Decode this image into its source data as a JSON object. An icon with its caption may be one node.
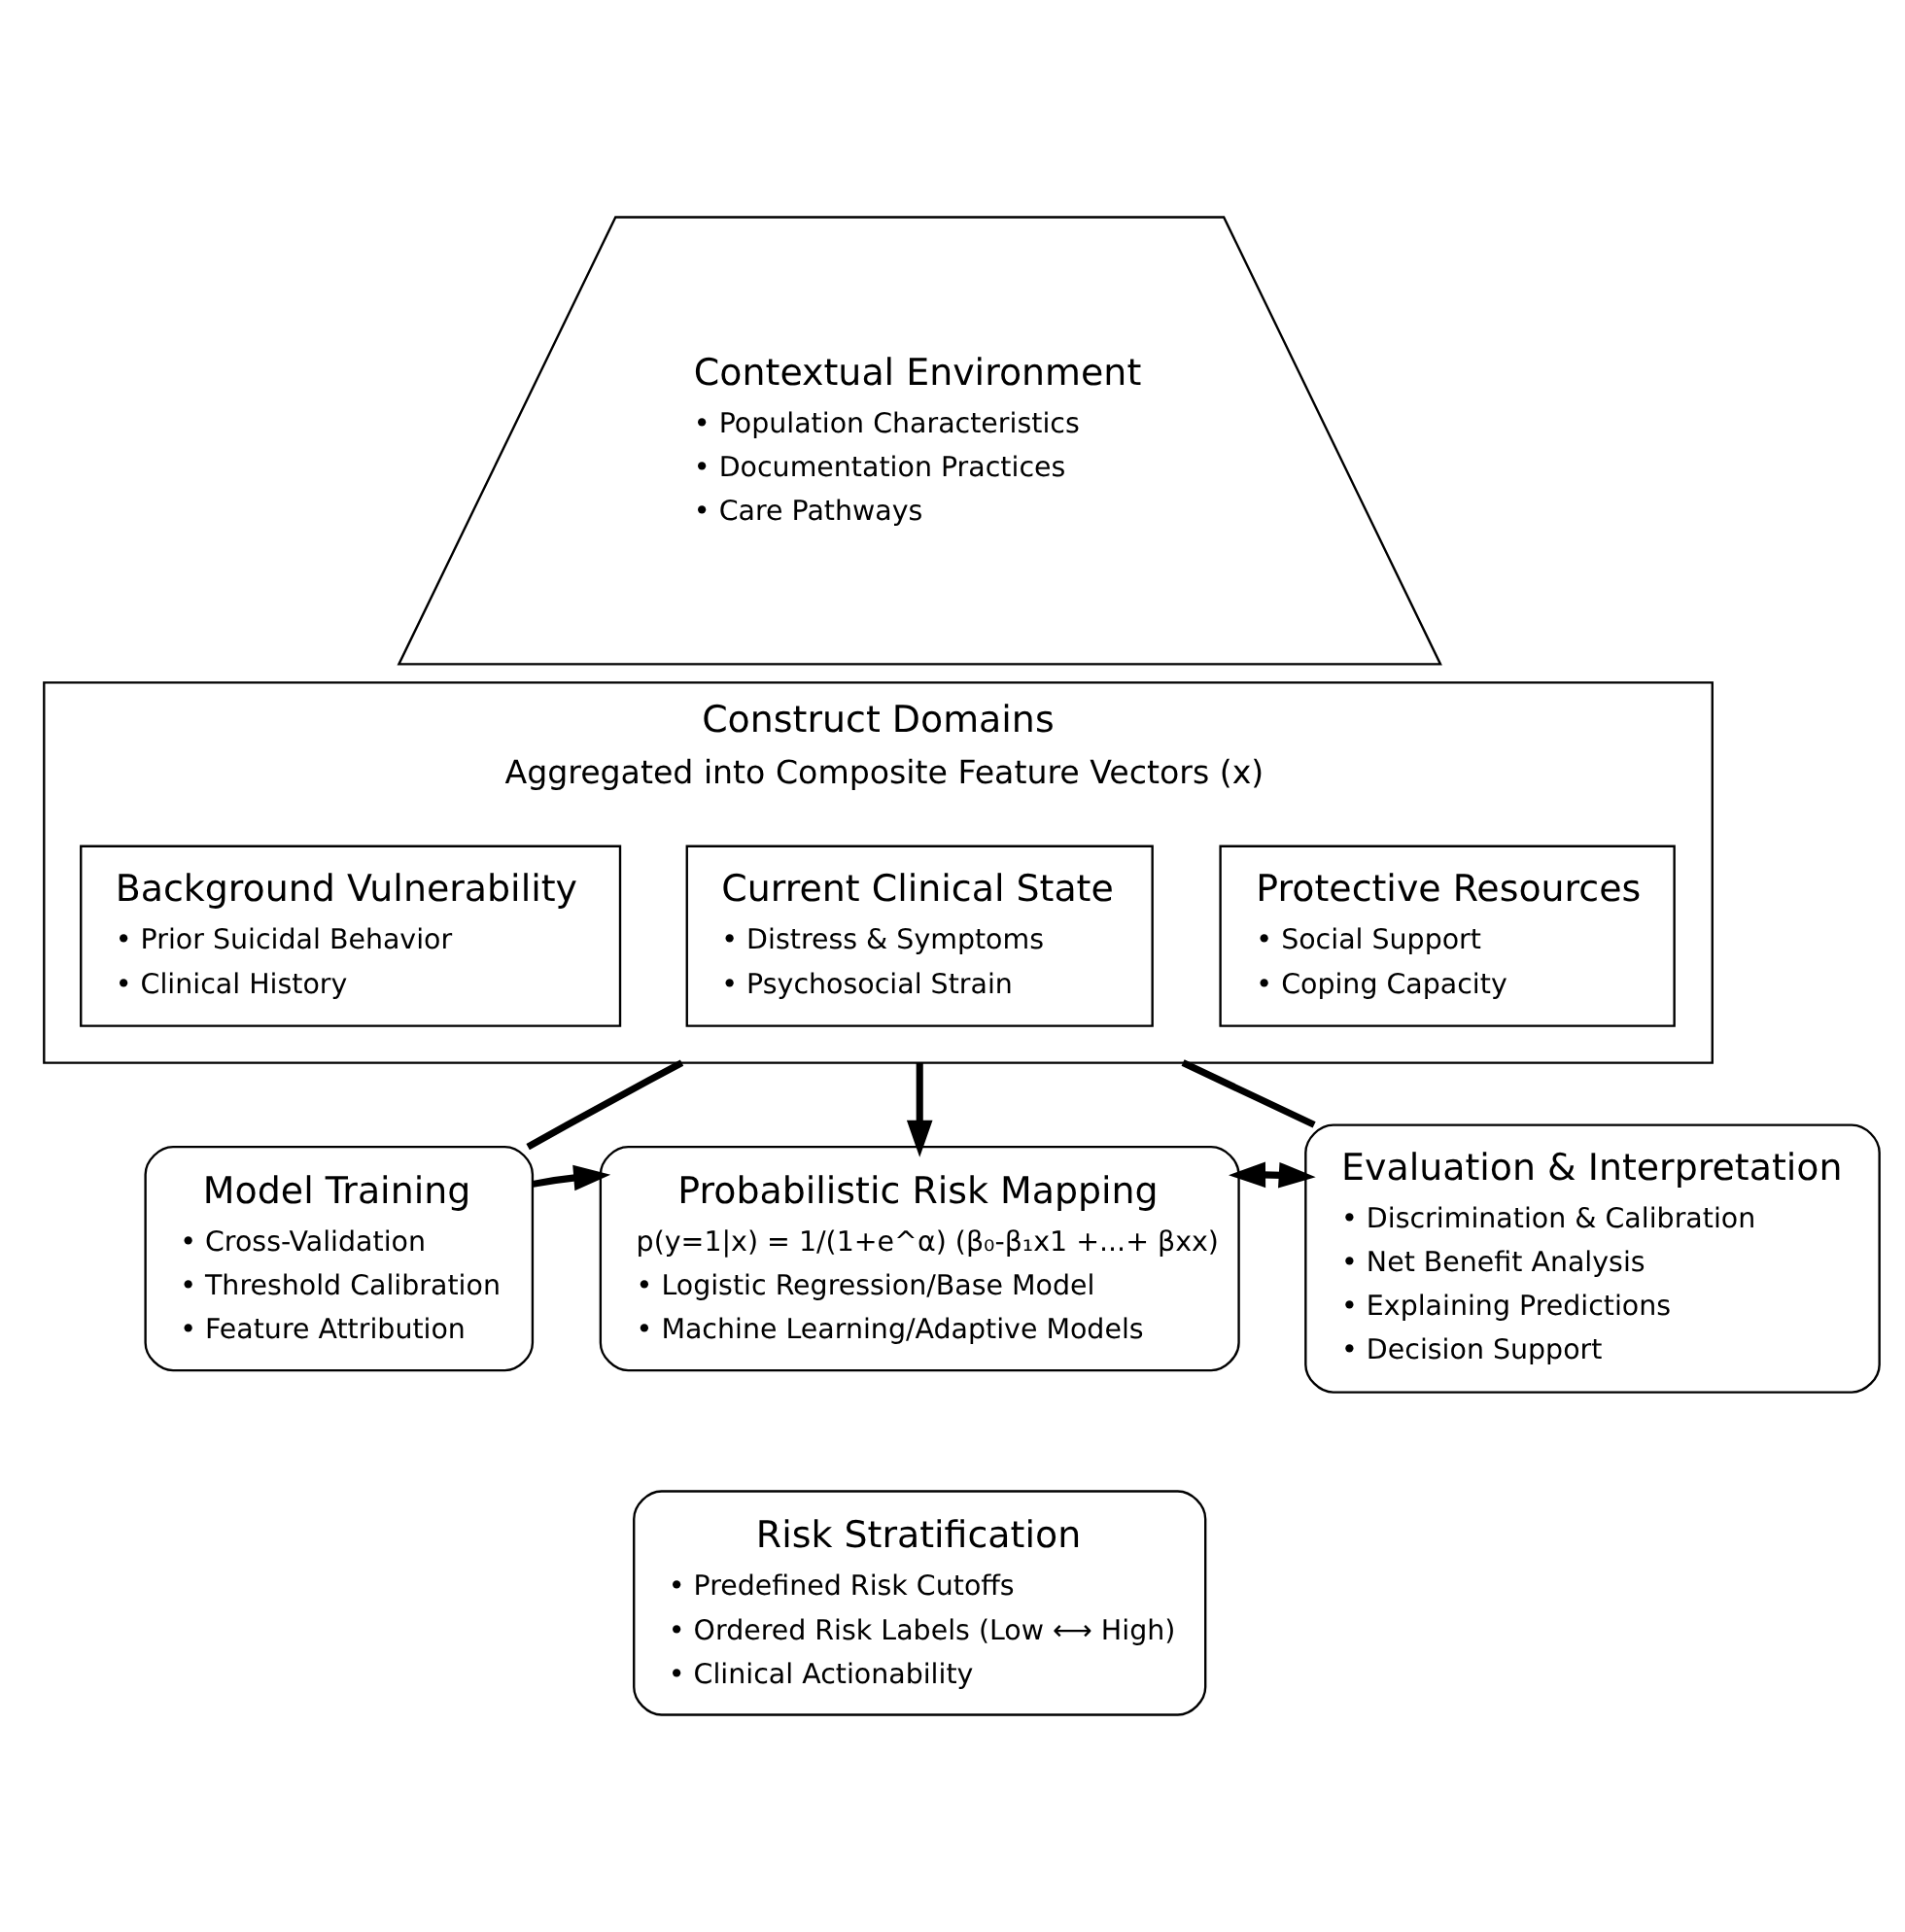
{
  "diagram": {
    "nodes": [
      {
        "text": [
          "Contextual Environment",
          "• Population Characteristics",
          "• Documentation Practices",
          "• Care Pathways"
        ]
      },
      {
        "text": [
          "Construct Domains",
          "Aggregated into Composite Feature Vectors (x)"
        ]
      },
      {
        "text": [
          "Background Vulnerability",
          "• Prior Suicidal Behavior",
          "• Clinical History"
        ],
        "in": 1
      },
      {
        "text": [
          "Current Clinical State",
          "• Distress & Symptoms",
          "• Psychosocial Strain"
        ],
        "in": 1
      },
      {
        "text": [
          "Protective Resources",
          "• Social Support",
          "• Coping Capacity"
        ],
        "in": 1
      },
      {
        "text": [
          "Model Training",
          "• Cross-Validation",
          "• Threshold Calibration",
          "• Feature Attribution"
        ]
      },
      {
        "text": [
          "Probabilistic Risk Mapping",
          "p(y=1|x) = 1/(1+e^α) (β₀-β₁x1 +...+ βxx)",
          "• Logistic Regression/Base Model",
          "• Machine Learning/Adaptive Models"
        ]
      },
      {
        "text": [
          "Evaluation & Interpretation",
          "• Discrimination & Calibration",
          "• Net Benefit Analysis",
          "• Explaining Predictions",
          "• Decision Support"
        ]
      },
      {
        "text": [
          "Risk Stratification",
          "• Predefined Risk Cutoffs",
          "• Ordered Risk Labels (Low ⟷ High)",
          "• Clinical Actionability"
        ]
      }
    ],
    "edges": [
      {
        "from": 1,
        "to": 5,
        "arrow": "none"
      },
      {
        "from": 1,
        "to": 6,
        "arrow": "to"
      },
      {
        "from": 1,
        "to": 7,
        "arrow": "none"
      },
      {
        "from": 5,
        "to": 6,
        "arrow": "to"
      },
      {
        "from": 6,
        "to": 7,
        "arrow": "both"
      }
    ]
  }
}
